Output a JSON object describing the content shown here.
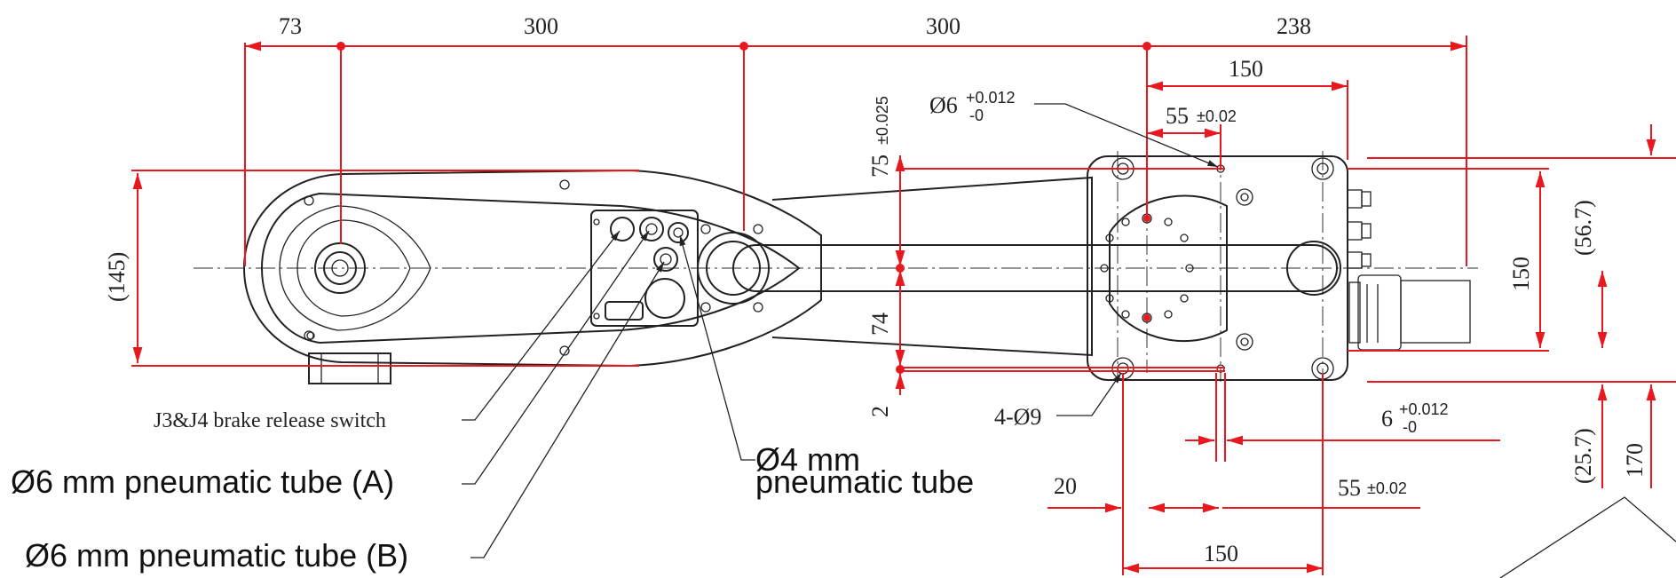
{
  "dimensions": {
    "top_73": "73",
    "top_300_a": "300",
    "top_300_b": "300",
    "top_238": "238",
    "top_150": "150",
    "hole_dia": "Ø6",
    "hole_tol_plus": "+0.012",
    "hole_tol_minus": "-0",
    "d55_top": "55",
    "d55_top_tol": "±0.02",
    "v75": "75",
    "v75_tol": "±0.025",
    "v74": "74",
    "v2": "2",
    "v145": "(145)",
    "v150": "150",
    "v56_7": "(56.7)",
    "v25_7": "(25.7)",
    "v170": "170",
    "bolt": "4-Ø9",
    "d6_bottom": "6",
    "d6_tol_plus": "+0.012",
    "d6_tol_minus": "-0",
    "d20": "20",
    "d55_bottom": "55",
    "d55_bottom_tol": "±0.02",
    "bottom_150": "150"
  },
  "callouts": {
    "brake": "J3&J4 brake release switch",
    "tube_a": "Ø6 mm pneumatic tube (A)",
    "tube_b": "Ø6 mm pneumatic tube (B)",
    "tube_4mm_line1": "Ø4 mm",
    "tube_4mm_line2": "pneumatic tube"
  }
}
